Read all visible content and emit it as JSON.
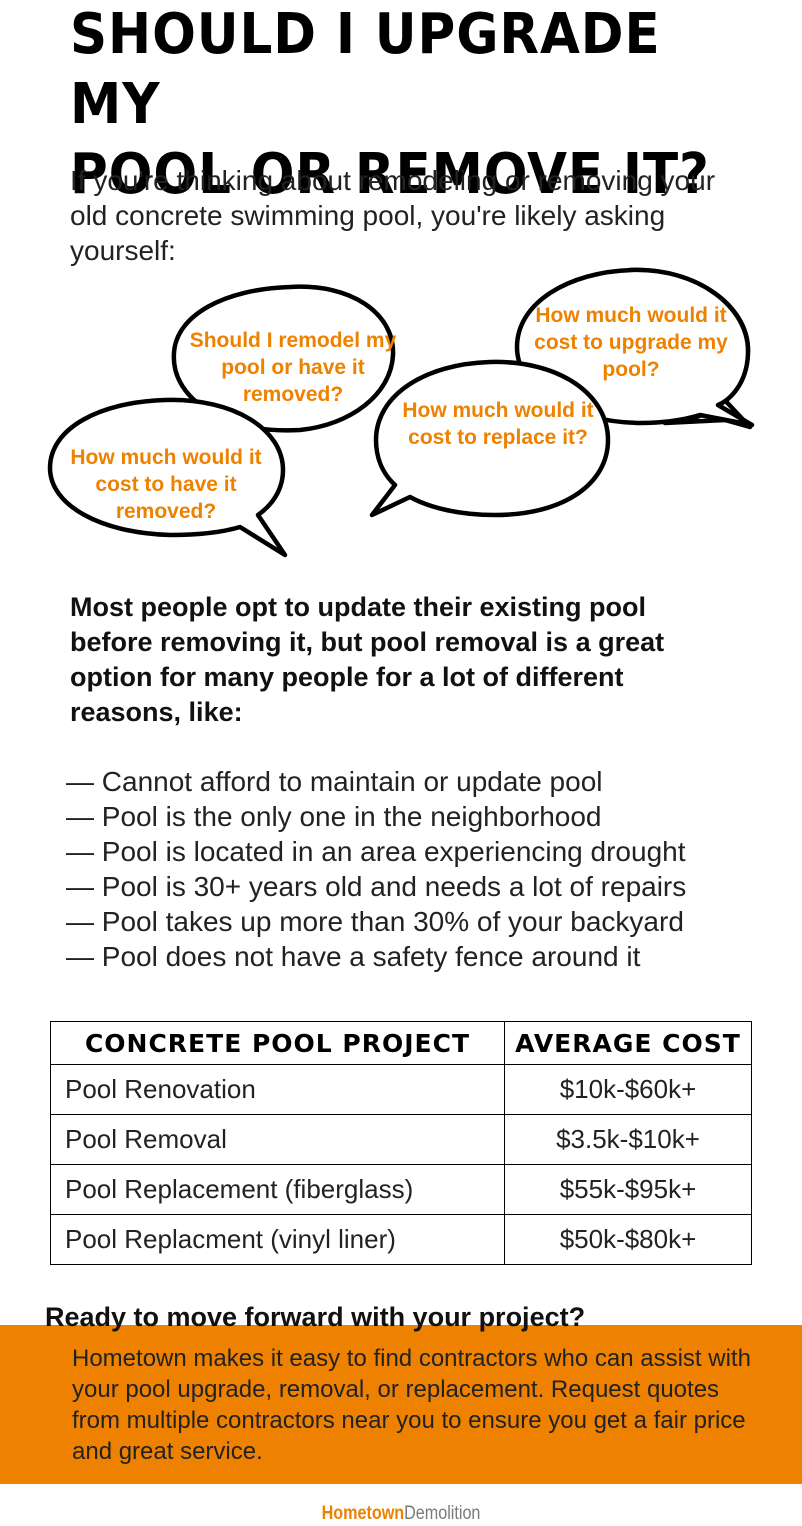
{
  "title": {
    "line1": "SHOULD I UPGRADE MY",
    "line2": "POOL OR REMOVE IT?"
  },
  "intro": "If you're thinking about remodeling or removing your old concrete swimming pool, you're likely asking yourself:",
  "bubbles": {
    "remodel_or_remove": "Should I remodel my pool or have it removed?",
    "cost_upgrade": "How much would it cost to upgrade my pool?",
    "cost_replace": "How much would it cost to replace it?",
    "cost_remove": "How much would it cost to have it removed?"
  },
  "lead": "Most people opt to update their existing pool before removing it, but pool removal is a great option for many people for a lot of different reasons, like:",
  "reasons": [
    "— Cannot afford to maintain or update pool",
    "— Pool is the only one in the neighborhood",
    "— Pool is located in an area experiencing drought",
    "— Pool is 30+ years old and needs a lot of repairs",
    "— Pool takes up more than 30% of your backyard",
    "— Pool does not have a safety fence around it"
  ],
  "table": {
    "headers": [
      "CONCRETE POOL PROJECT",
      "AVERAGE COST"
    ],
    "rows": [
      [
        "Pool Renovation",
        "$10k-$60k+"
      ],
      [
        "Pool Removal",
        "$3.5k-$10k+"
      ],
      [
        "Pool Replacement (fiberglass)",
        "$55k-$95k+"
      ],
      [
        "Pool Replacment (vinyl liner)",
        "$50k-$80k+"
      ]
    ]
  },
  "cta": {
    "heading": "Ready to move forward with your project?",
    "body": "Hometown makes it easy to find contractors who can assist with your pool upgrade, removal, or replacement. Request quotes from multiple contractors near you to ensure you get a fair price and great service."
  },
  "brand": {
    "part1": "Hometown",
    "part2": "Demolition"
  },
  "colors": {
    "accent": "#ee8100",
    "text": "#000000",
    "brand_gray": "#7a7a7a"
  }
}
